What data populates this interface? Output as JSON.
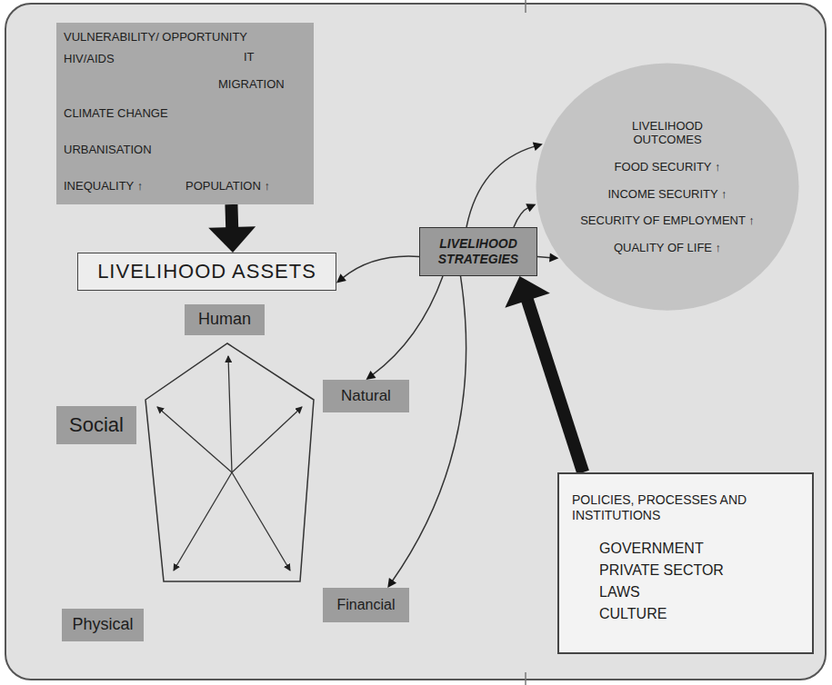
{
  "diagram": {
    "nodes": [
      {
        "text": [
          "VULNERABILITY/ OPPORTUNITY",
          "HIV/AIDS",
          "IT",
          "MIGRATION",
          "CLIMATE CHANGE",
          "URBANISATION",
          "INEQUALITY ↑",
          "POPULATION ↑"
        ]
      },
      {
        "text": [
          "LIVELIHOOD ASSETS"
        ]
      },
      {
        "text": [
          "Human"
        ]
      },
      {
        "text": [
          "Natural"
        ]
      },
      {
        "text": [
          "Social"
        ]
      },
      {
        "text": [
          "Physical"
        ]
      },
      {
        "text": [
          "Financial"
        ]
      },
      {
        "text": [
          "LIVELIHOOD STRATEGIES"
        ]
      },
      {
        "text": [
          "LIVELIHOOD OUTCOMES",
          "FOOD SECURITY ↑",
          "INCOME SECURITY ↑",
          "SECURITY OF EMPLOYMENT ↑",
          "QUALITY OF LIFE ↑"
        ]
      },
      {
        "text": [
          "POLICIES, PROCESSES AND INSTITUTIONS",
          "GOVERNMENT",
          "PRIVATE SECTOR",
          "LAWS",
          "CULTURE"
        ]
      }
    ],
    "edges": [
      {
        "from": 0,
        "to": 1,
        "arrow": "to"
      },
      {
        "from": 7,
        "to": 8,
        "arrow": "to"
      },
      {
        "from": 7,
        "to": 8,
        "arrow": "to"
      },
      {
        "from": 7,
        "to": 8,
        "arrow": "to"
      },
      {
        "from": 7,
        "to": 1,
        "arrow": "to"
      },
      {
        "from": 7,
        "to": 3,
        "arrow": "to"
      },
      {
        "from": 7,
        "to": 6,
        "arrow": "to"
      },
      {
        "from": 9,
        "to": 7,
        "arrow": "to"
      }
    ]
  }
}
